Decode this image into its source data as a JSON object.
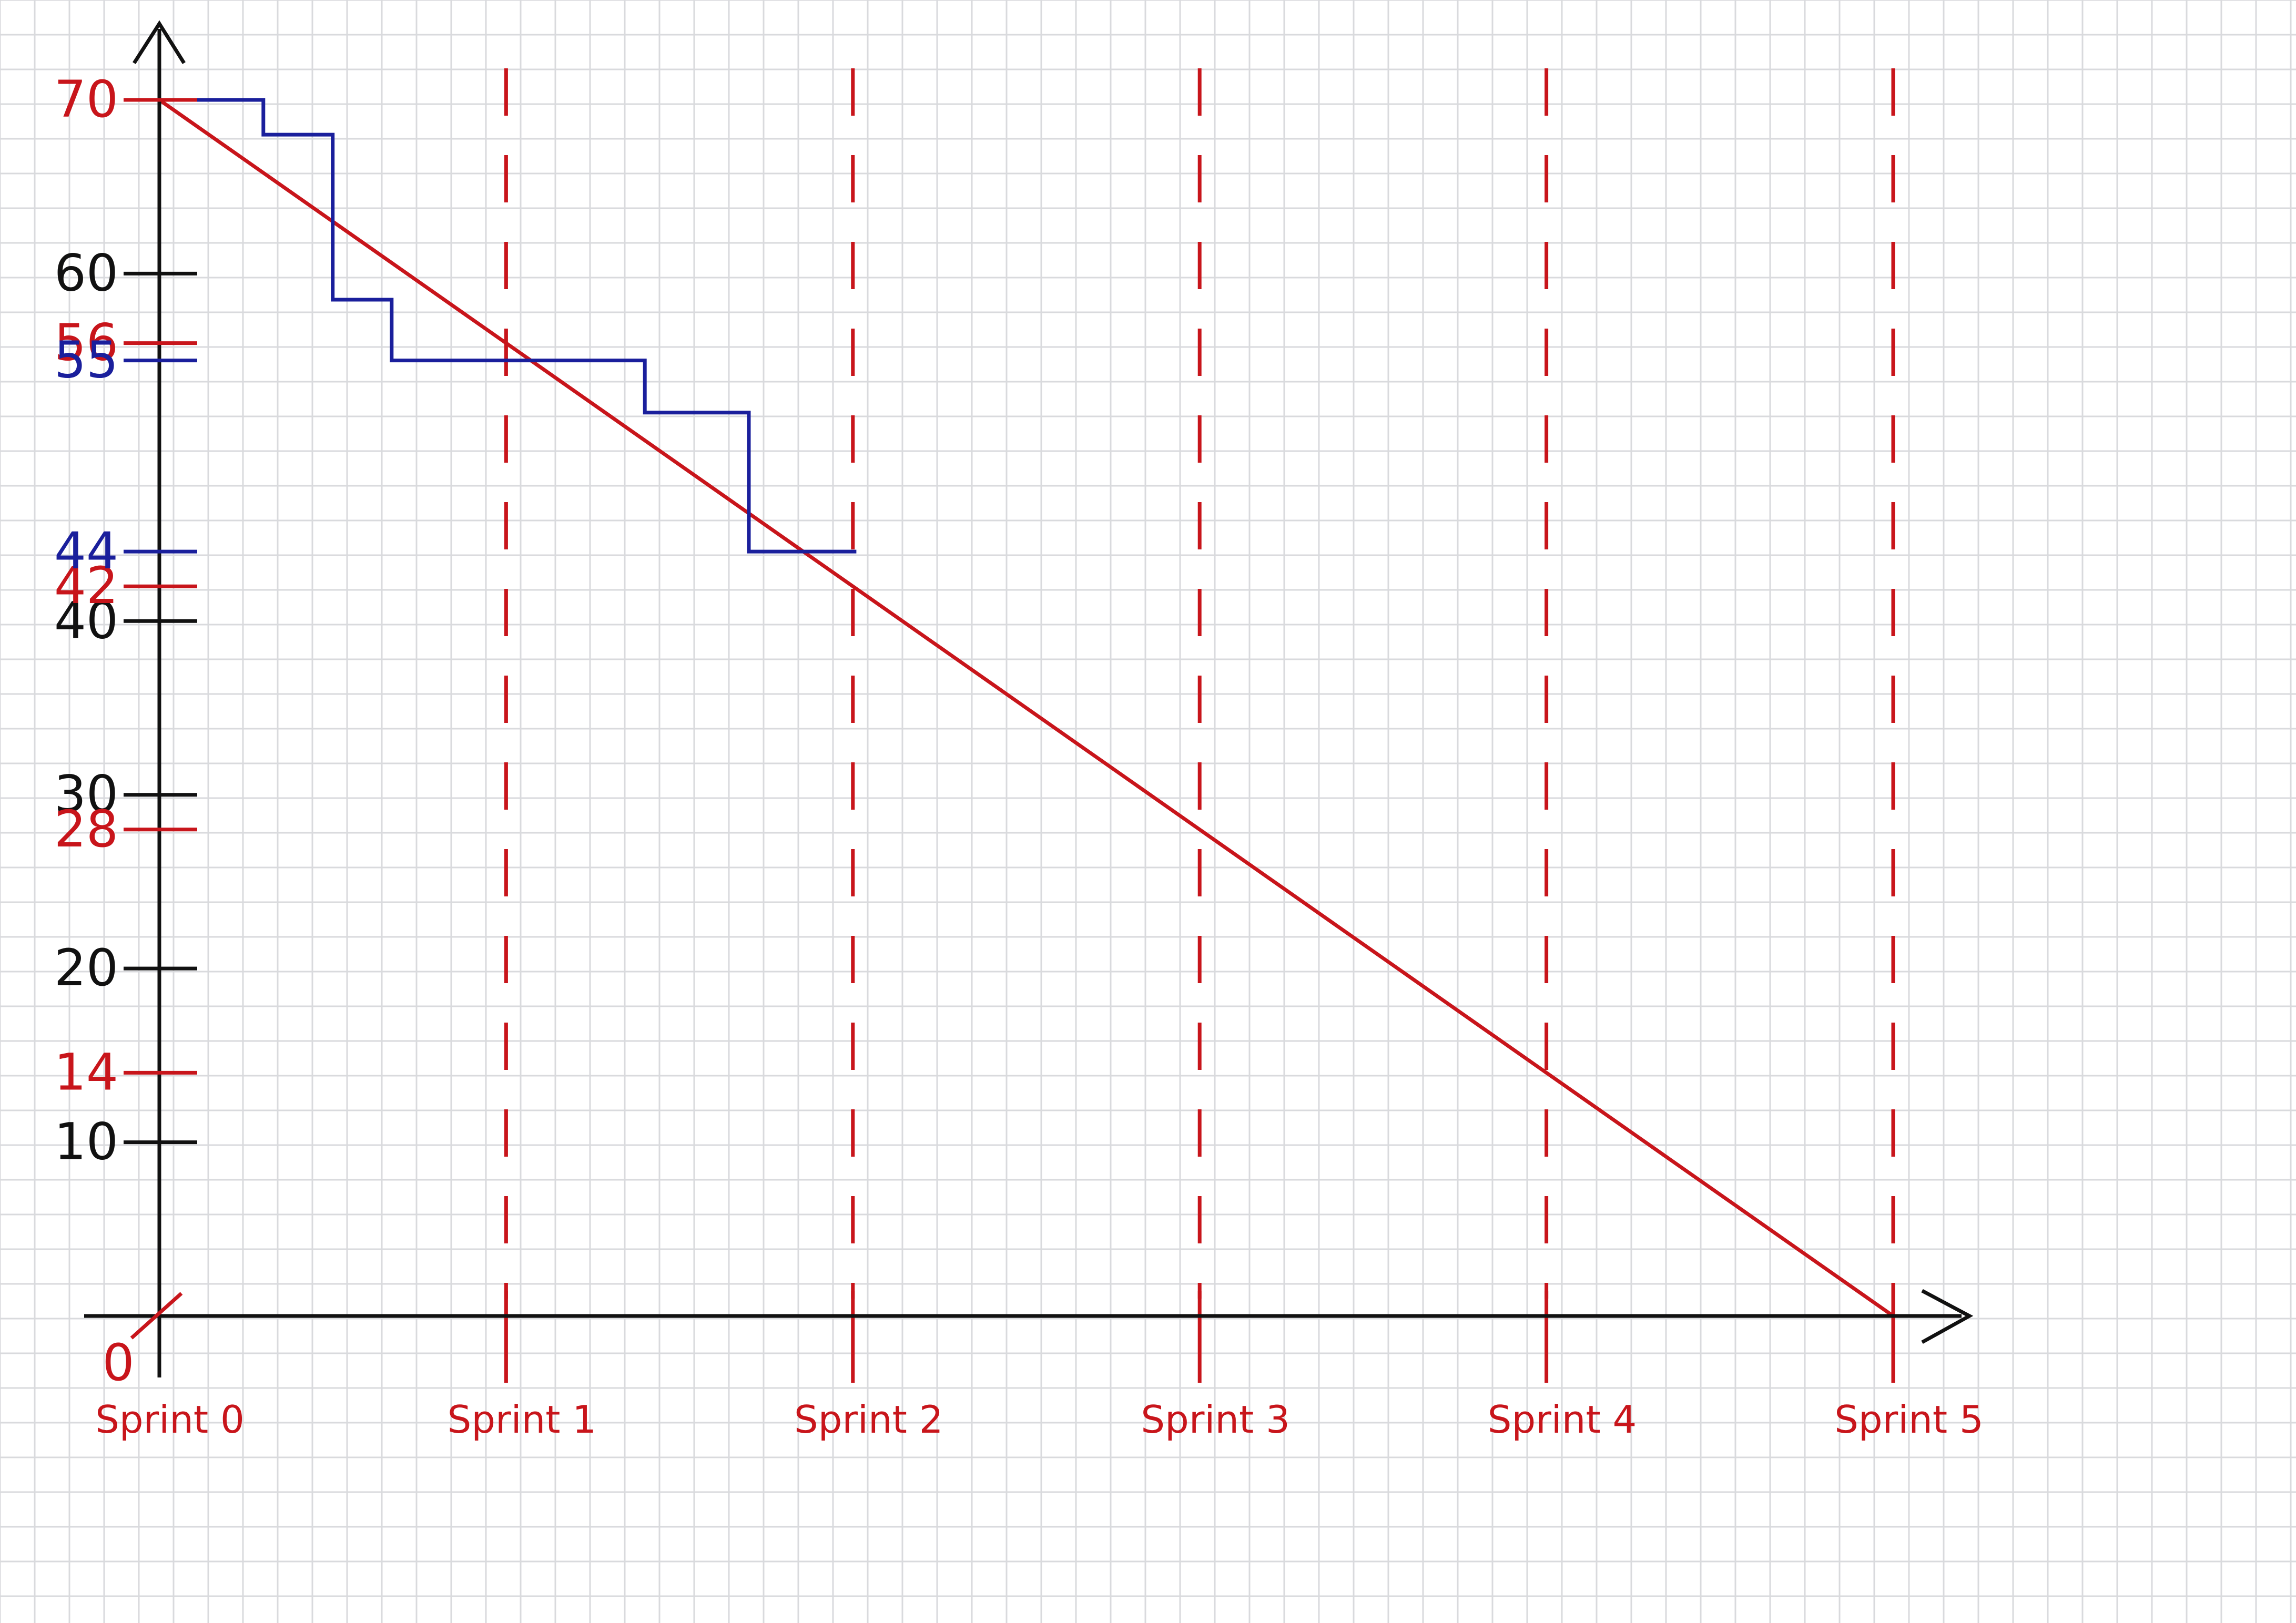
{
  "chart_data": {
    "type": "line",
    "title": "",
    "xlabel": "",
    "ylabel": "",
    "categories": [
      "Sprint 0",
      "Sprint 1",
      "Sprint 2",
      "Sprint 3",
      "Sprint 4",
      "Sprint 5"
    ],
    "xlim": [
      0,
      5
    ],
    "ylim": [
      0,
      70
    ],
    "grid": true,
    "zero_label": "0",
    "y_ticks_black": [
      {
        "value": 10,
        "label": "10"
      },
      {
        "value": 20,
        "label": "20"
      },
      {
        "value": 30,
        "label": "30"
      },
      {
        "value": 40,
        "label": "40"
      },
      {
        "value": 60,
        "label": "60"
      }
    ],
    "y_ticks_red": [
      {
        "value": 14,
        "label": "14"
      },
      {
        "value": 28,
        "label": "28"
      },
      {
        "value": 42,
        "label": "42"
      },
      {
        "value": 56,
        "label": "56"
      },
      {
        "value": 70,
        "label": "70"
      }
    ],
    "y_ticks_blue": [
      {
        "value": 44,
        "label": "44"
      },
      {
        "value": 55,
        "label": "55"
      }
    ],
    "series": [
      {
        "color": "#c8151b",
        "style": "line",
        "points": [
          [
            0,
            70
          ],
          [
            5,
            0
          ]
        ]
      },
      {
        "color": "#1a1f9c",
        "style": "step",
        "points": [
          [
            0,
            70
          ],
          [
            0.3,
            70
          ],
          [
            0.3,
            68
          ],
          [
            0.5,
            68
          ],
          [
            0.5,
            58.5
          ],
          [
            0.67,
            58.5
          ],
          [
            0.67,
            55
          ],
          [
            1.4,
            55
          ],
          [
            1.4,
            52
          ],
          [
            1.7,
            52
          ],
          [
            1.7,
            44
          ],
          [
            2.01,
            44
          ]
        ]
      }
    ],
    "colors": {
      "axis": "#111111",
      "ideal": "#c8151b",
      "actual": "#1a1f9c",
      "grid": "#d9dadd",
      "sprint_divider": "#c8151b"
    }
  }
}
